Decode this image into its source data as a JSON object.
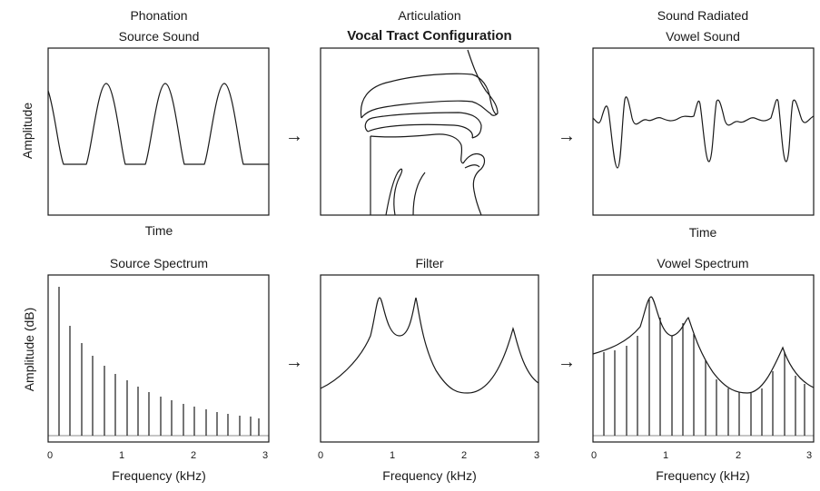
{
  "top_row": {
    "panel1": {
      "title1": "Phonation",
      "title2": "Source Sound",
      "xlabel": "Time",
      "ylabel": "Amplitude"
    },
    "panel2": {
      "title1": "Articulation",
      "title2": "Vocal Tract Configuration"
    },
    "panel3": {
      "title1": "Sound Radiated",
      "title2": "Vowel Sound",
      "xlabel": "Time"
    }
  },
  "bottom_row": {
    "ylabel": "Amplitude (dB)",
    "panel1": {
      "title": "Source Spectrum",
      "xlabel": "Frequency (kHz)"
    },
    "panel2": {
      "title": "Filter",
      "xlabel": "Frequency (kHz)"
    },
    "panel3": {
      "title": "Vowel Spectrum",
      "xlabel": "Frequency (kHz)"
    }
  },
  "ticks": [
    "0",
    "1",
    "2",
    "3"
  ],
  "arrow_glyph": "→",
  "colors": {
    "line": "#1a1a1a",
    "background": "#ffffff"
  }
}
